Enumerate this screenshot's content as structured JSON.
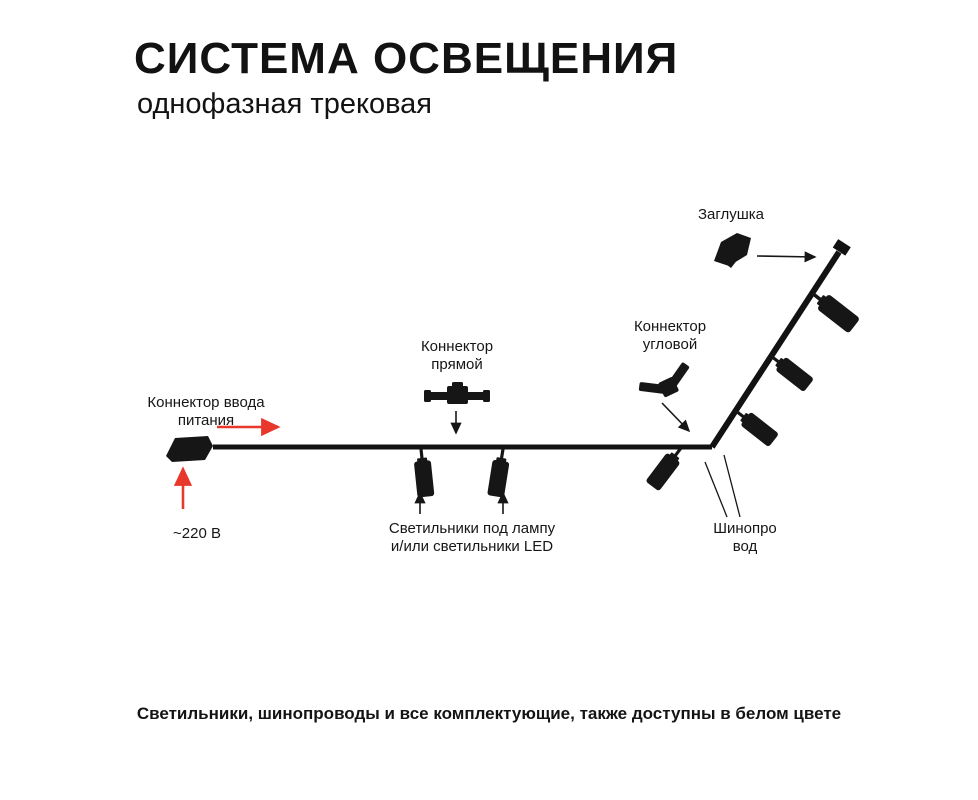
{
  "header": {
    "title": "СИСТЕМА ОСВЕЩЕНИЯ",
    "subtitle": "однофазная трековая"
  },
  "labels": {
    "end_cap": "Заглушка",
    "straight_connector": [
      "Коннектор",
      "прямой"
    ],
    "corner_connector": [
      "Коннектор",
      "угловой"
    ],
    "power_input": [
      "Коннектор ввода",
      "питания"
    ],
    "voltage": "~220 В",
    "fixtures": [
      "Светильники под лампу",
      "и/или светильники LED"
    ],
    "track": [
      "Шинопро",
      "вод"
    ]
  },
  "footer": {
    "note": "Светильники, шинопроводы и все комплектующие, также доступны в белом цвете"
  },
  "colors": {
    "accent_red": "#e8372c",
    "ink": "#161616"
  },
  "icons": [
    "power-input-connector-icon",
    "straight-connector-icon",
    "corner-connector-icon",
    "end-cap-icon",
    "spotlight-icon",
    "track-line",
    "arrow-icon"
  ]
}
